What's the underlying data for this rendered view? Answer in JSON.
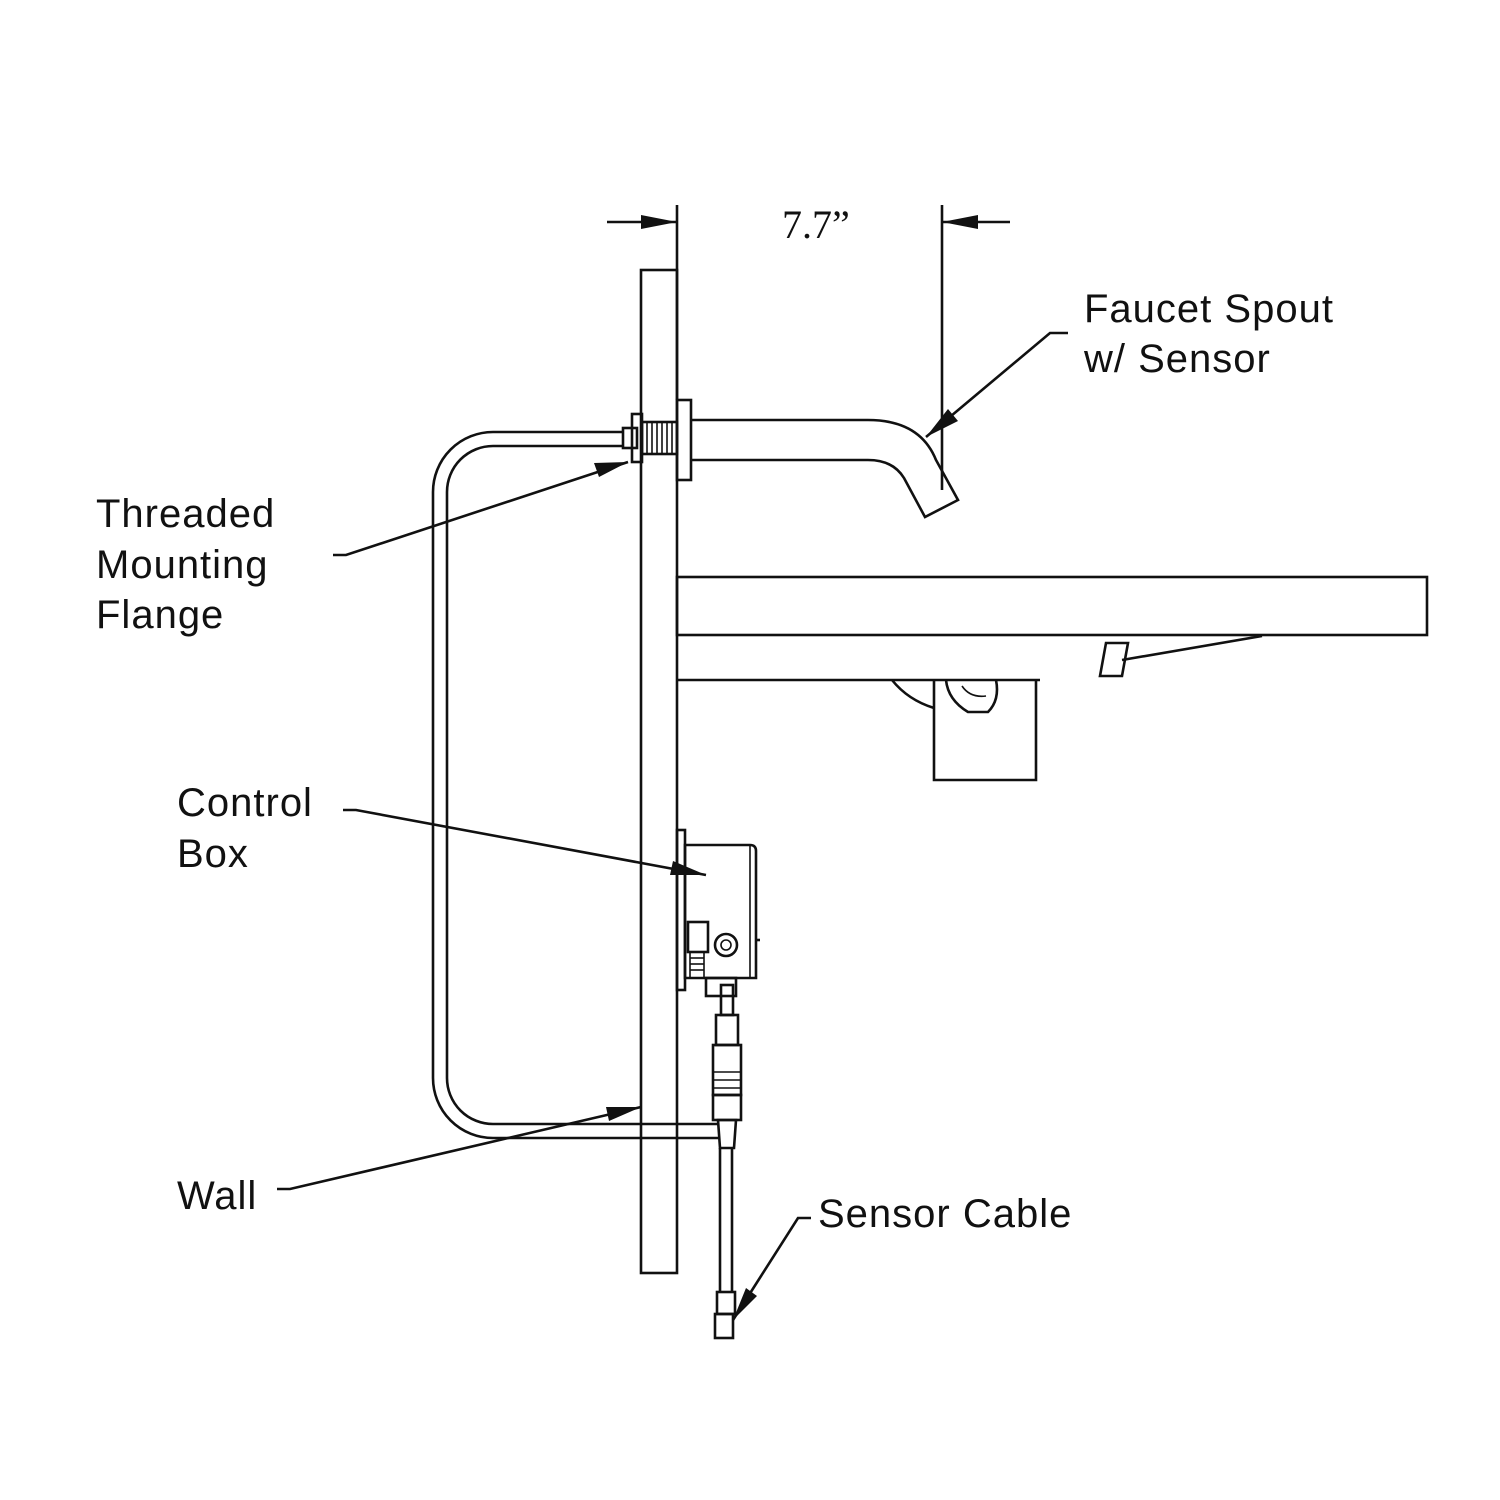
{
  "dimension": {
    "value": "7.7”"
  },
  "labels": {
    "faucet_spout": [
      "Faucet Spout",
      "w/ Sensor"
    ],
    "threaded_flange": [
      "Threaded",
      "Mounting",
      "Flange"
    ],
    "control_box": [
      "Control",
      "Box"
    ],
    "wall": [
      "Wall"
    ],
    "sensor_cable": [
      "Sensor Cable"
    ]
  },
  "colors": {
    "line": "#111111",
    "background": "#ffffff"
  }
}
